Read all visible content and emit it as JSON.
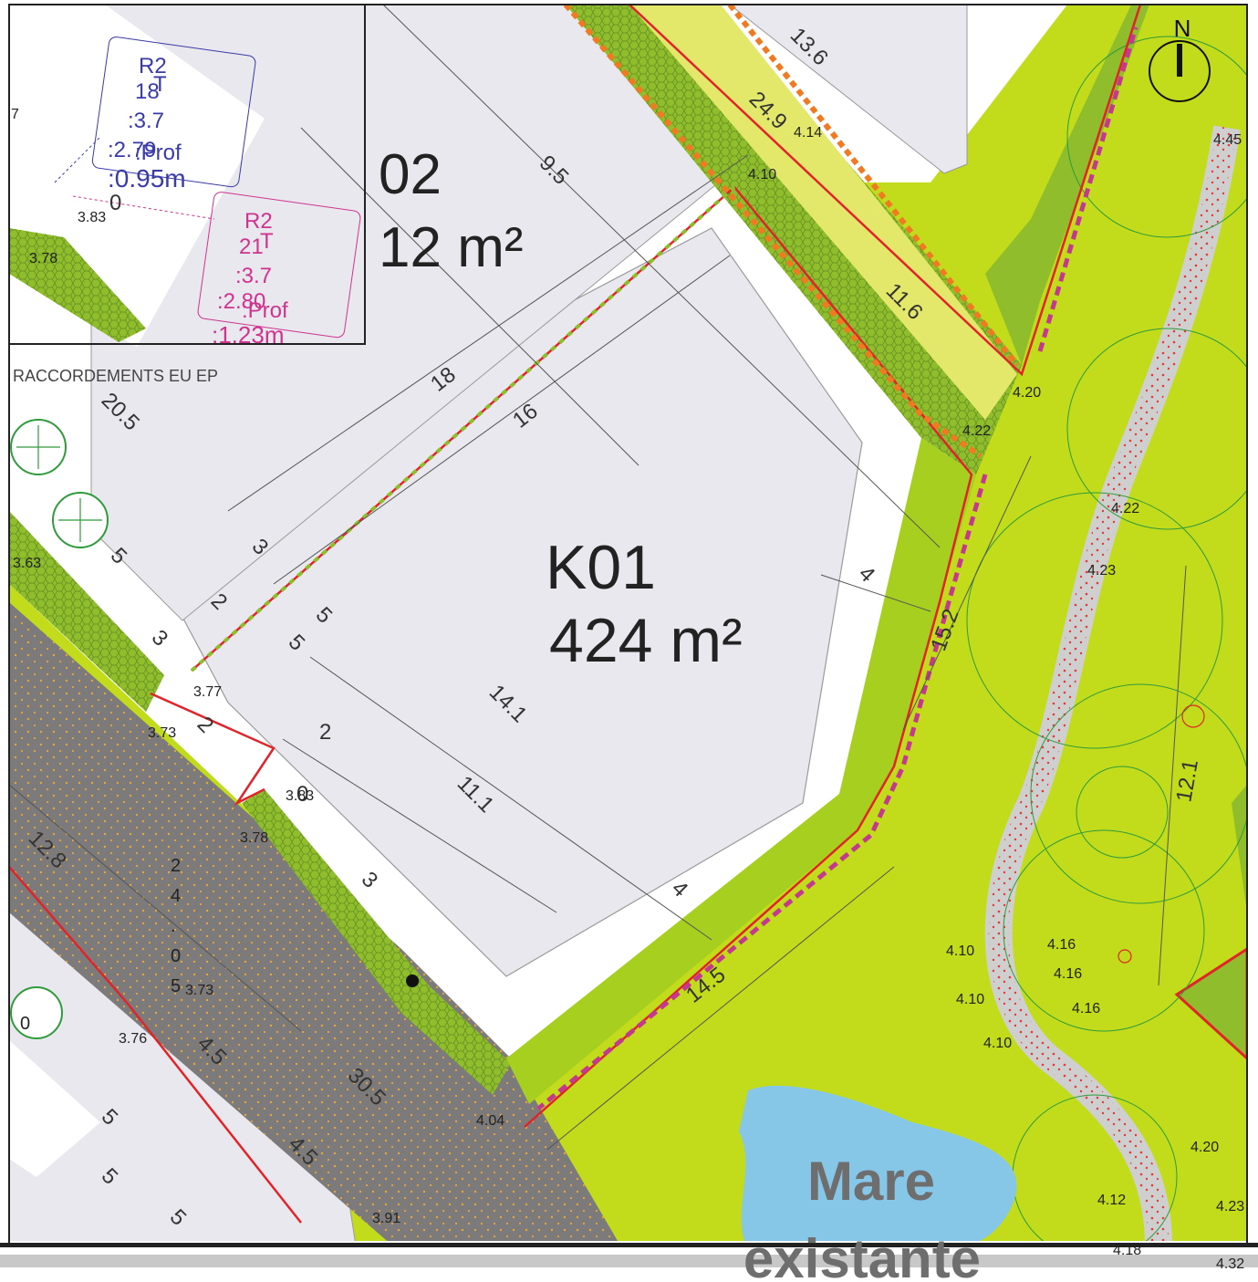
{
  "plots": {
    "main": {
      "code": "K01",
      "area": "424 m²"
    },
    "inset": {
      "code": "02",
      "area": "12 m²"
    }
  },
  "pond_label": {
    "line1": "Mare",
    "line2": "existante"
  },
  "north_label": "N",
  "network_label": "RACCORDEMENTS EU EP",
  "callouts": [
    {
      "line1": "R2",
      "line2": "18",
      "line3": "T",
      "line4": ":3.7",
      "line5": ":Prof",
      "line6": ":2.79",
      "line7": ":0.95m",
      "color": "#3a3aa8"
    },
    {
      "line1": "R2",
      "line2": "21",
      "line3": "T",
      "line4": ":3.7",
      "line5": ":Prof",
      "line6": ":2.80",
      "line7": ":1.23m",
      "color": "#d0338f"
    }
  ],
  "dimensions": [
    "13.6",
    "24.9",
    "9.5",
    "11.6",
    "18",
    "16",
    "20.5",
    "5",
    "2",
    "3",
    "3",
    "5",
    "5",
    "3",
    "2",
    "4",
    "15.2",
    "14.1",
    "11.1",
    "4",
    "14.5",
    "12.8",
    "4.5",
    "4.5",
    "5",
    "5",
    "5",
    "12.1",
    "30.5",
    "2",
    "0",
    "0"
  ],
  "elevations": [
    "4.14",
    "4.10",
    "4.45",
    "4.20",
    "4.22",
    "4.22",
    "4.23",
    "3.83",
    "3.78",
    "3.63",
    "3.77",
    "3.73",
    "3.83",
    "3.78",
    "3.73",
    "3.76",
    "4.04",
    "3.91",
    "4.10",
    "4.10",
    "4.10",
    "4.16",
    "4.16",
    "4.16",
    "4.20",
    "4.12",
    "4.23",
    "4.18",
    "4.32",
    "7"
  ],
  "vertical_label": [
    "2",
    "4",
    ".",
    "0",
    "5"
  ],
  "zero_label": "0",
  "colors": {
    "lime": "#c2dc1b",
    "olive_green": "#8fbd2b",
    "hedge": "#79a336",
    "road": "#7c7a7a",
    "parcel": "#e8e8ee",
    "pond": "#86c7e8",
    "boundary_red": "#e0242a",
    "boundary_magenta": "#c4398e",
    "yellow_band": "#e4e86a"
  }
}
